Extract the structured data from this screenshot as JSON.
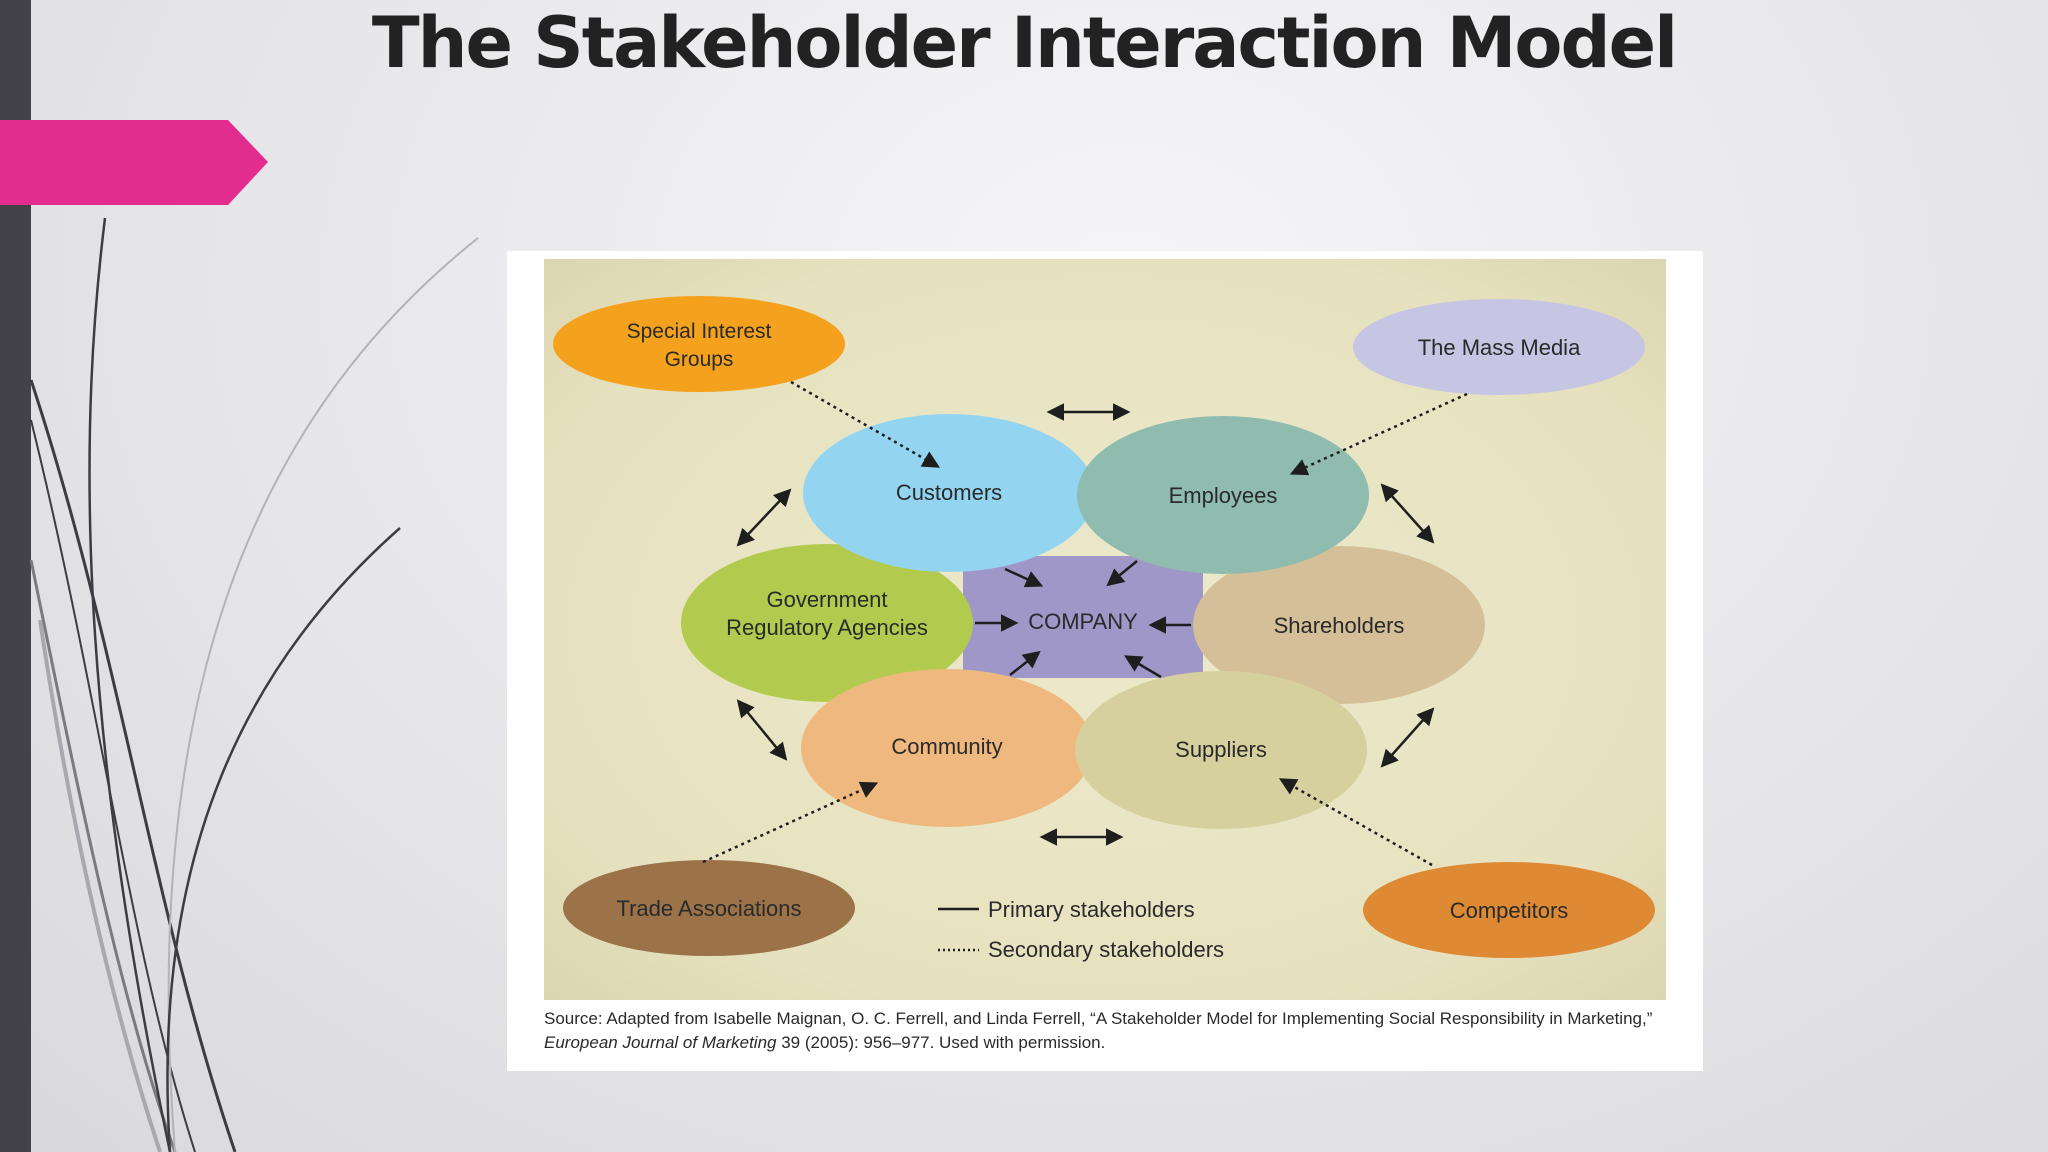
{
  "slide": {
    "title": "The Stakeholder Interaction Model"
  },
  "diagram": {
    "center": "COMPANY",
    "primary": [
      {
        "key": "customers",
        "label": "Customers",
        "color": "#93d5f0"
      },
      {
        "key": "employees",
        "label": "Employees",
        "color": "#8fbcae"
      },
      {
        "key": "government",
        "label_lines": [
          "Government",
          "Regulatory Agencies"
        ],
        "color": "#b2cb4e"
      },
      {
        "key": "shareholders",
        "label": "Shareholders",
        "color": "#d4bf98"
      },
      {
        "key": "community",
        "label": "Community",
        "color": "#efb87e"
      },
      {
        "key": "suppliers",
        "label": "Suppliers",
        "color": "#d6cf9e"
      }
    ],
    "secondary": [
      {
        "key": "special_interest",
        "label_lines": [
          "Special Interest",
          "Groups"
        ],
        "color": "#f4a21e"
      },
      {
        "key": "mass_media",
        "label": "The Mass Media",
        "color": "#c6c5e3"
      },
      {
        "key": "trade_associations",
        "label": "Trade Associations",
        "color": "#9c7249"
      },
      {
        "key": "competitors",
        "label": "Competitors",
        "color": "#de8a35"
      }
    ],
    "company_color": "#9e97c8",
    "background_color": "#e8e4c2",
    "legend": {
      "primary": "Primary stakeholders",
      "secondary": "Secondary stakeholders"
    }
  },
  "source": {
    "line1": "Source: Adapted from Isabelle Maignan, O. C. Ferrell, and Linda Ferrell, “A Stakeholder Model for Implementing Social Responsibility in Marketing,”",
    "journal": "European Journal of Marketing",
    "line2_rest": " 39 (2005): 956–977. Used with permission."
  },
  "colors": {
    "accent_pink": "#e22d8e",
    "side_bar": "#434249"
  }
}
